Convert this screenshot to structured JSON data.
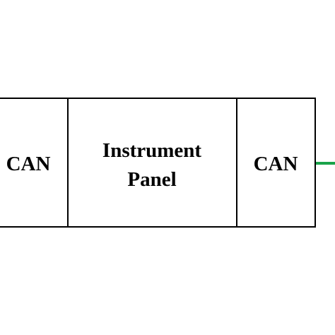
{
  "blocks": {
    "left_can": {
      "label": "CAN"
    },
    "instrument_panel": {
      "line1": "Instrument",
      "line2": "Panel"
    },
    "right_can": {
      "label": "CAN"
    }
  },
  "colors": {
    "outline": "#000000",
    "connector": "#1aa34a",
    "background": "#ffffff"
  }
}
